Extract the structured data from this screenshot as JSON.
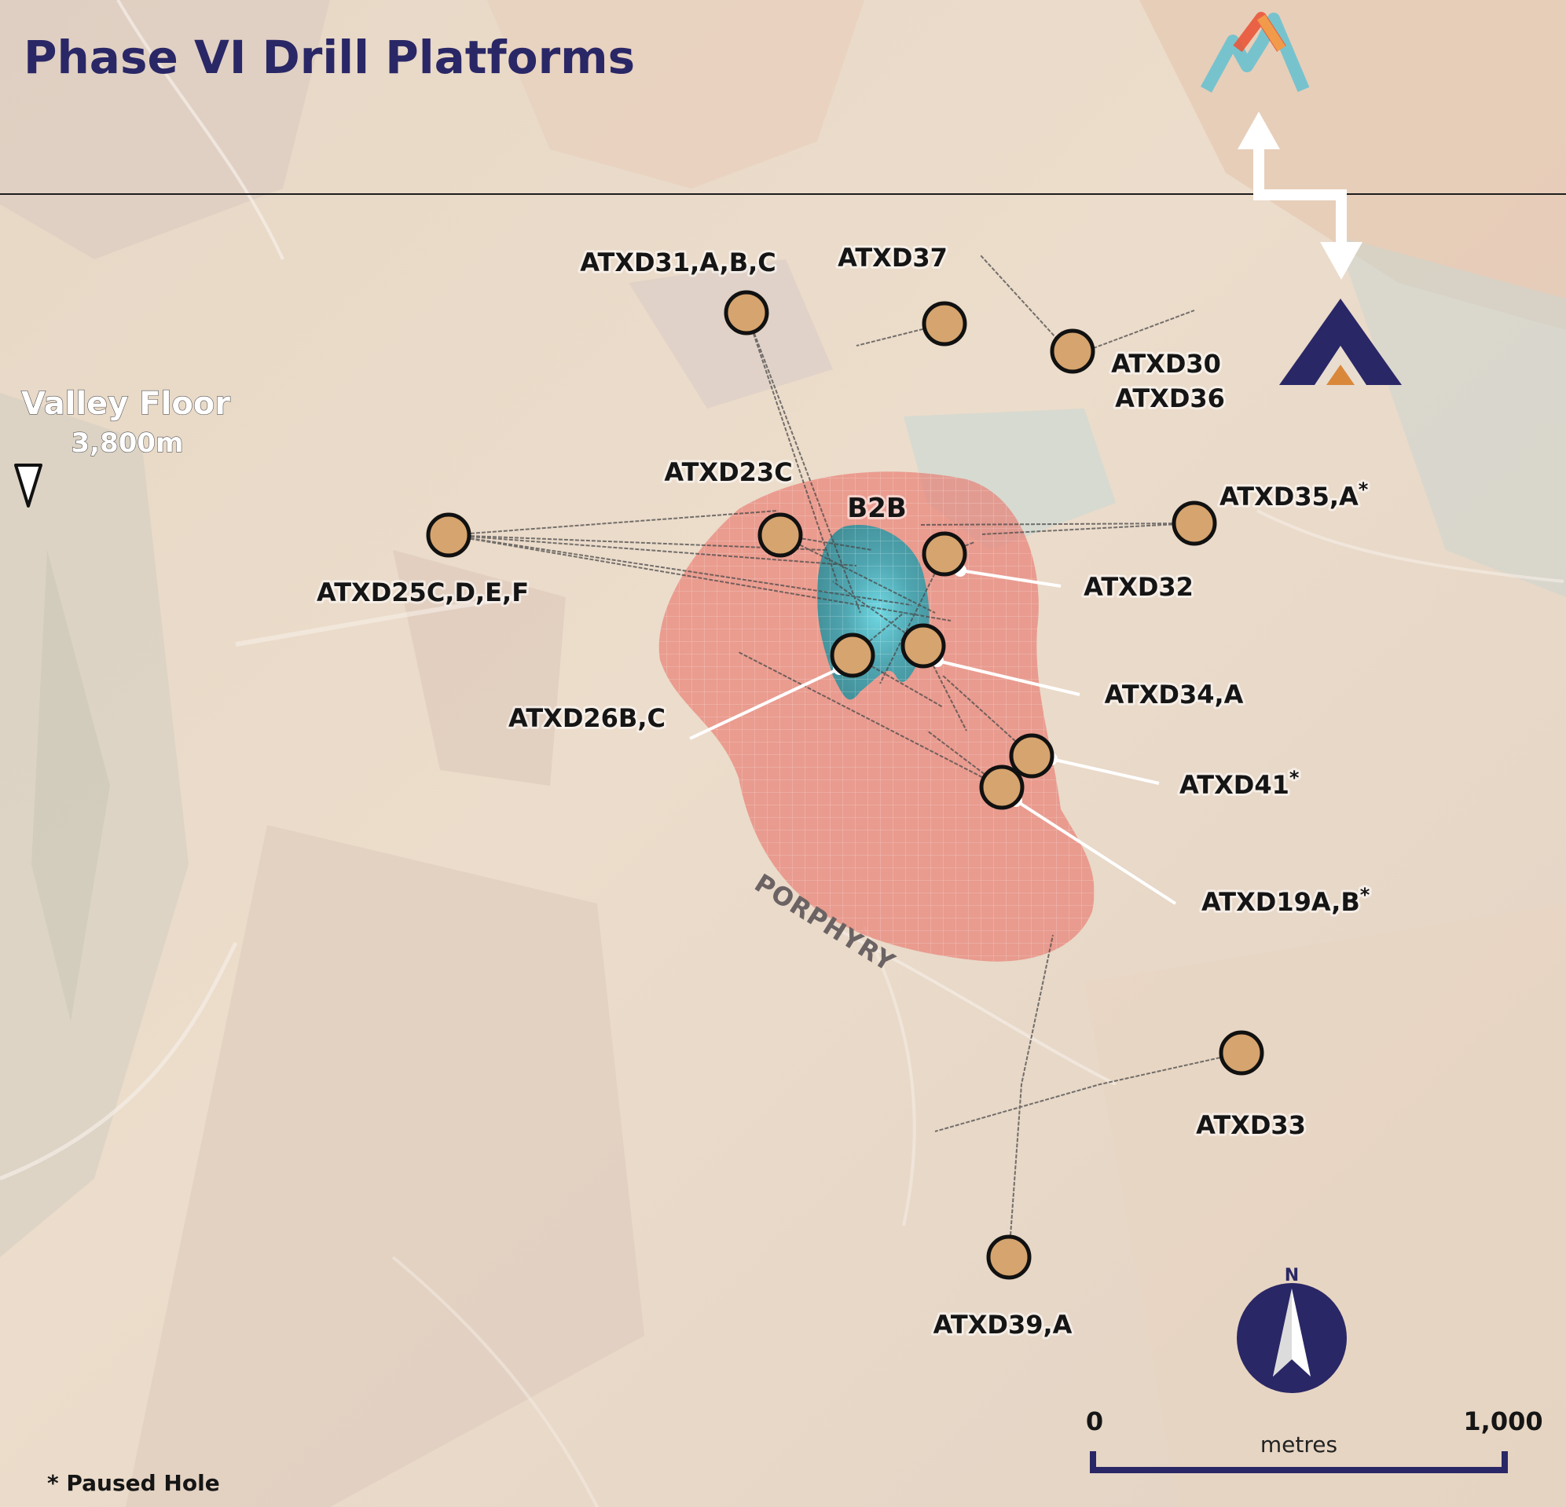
{
  "title": "Phase VI Drill Platforms",
  "valley_floor": {
    "label": "Valley Floor",
    "elevation": "3,800m"
  },
  "porphyry_label": "PORPHYRY",
  "orebody_label": "B2B",
  "platforms": [
    {
      "id": "ATXD31,A,B,C"
    },
    {
      "id": "ATXD37"
    },
    {
      "id": "ATXD30"
    },
    {
      "id": "ATXD36"
    },
    {
      "id": "ATXD23C"
    },
    {
      "id": "ATXD35,A",
      "paused": true
    },
    {
      "id": "ATXD25C,D,E,F"
    },
    {
      "id": "ATXD32"
    },
    {
      "id": "ATXD26B,C"
    },
    {
      "id": "ATXD34,A"
    },
    {
      "id": "ATXD41",
      "paused": true
    },
    {
      "id": "ATXD19A,B",
      "paused": true
    },
    {
      "id": "ATXD33"
    },
    {
      "id": "ATXD39,A"
    }
  ],
  "paused_marker": "*",
  "footnote": "* Paused Hole",
  "scale_bar": {
    "min": "0",
    "max": "1,000",
    "unit": "metres"
  },
  "north_label": "N",
  "colors": {
    "title": "#2a2766",
    "platform_fill": "#d6a46e",
    "porphyry": "#e8756a",
    "orebody": "#3aa7b5",
    "brand_navy": "#2a2766",
    "brand_orange": "#d9883a"
  }
}
